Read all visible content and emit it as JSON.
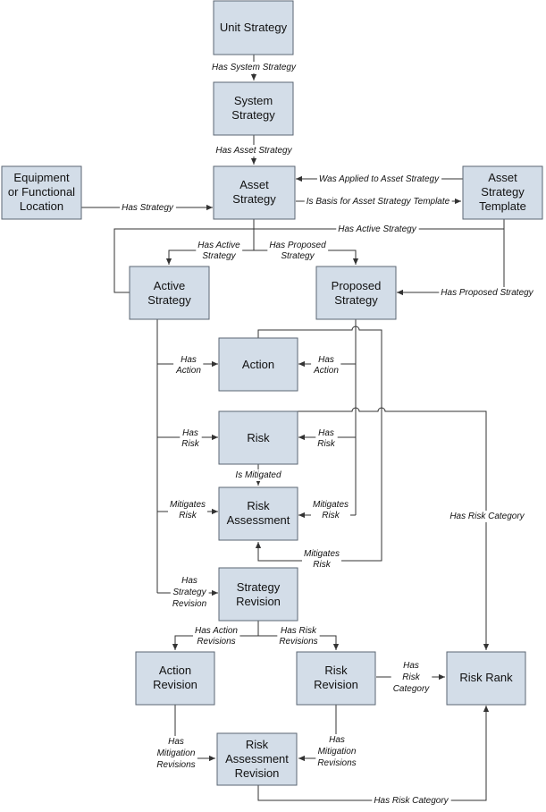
{
  "nodes": {
    "unit_strategy": [
      "Unit Strategy"
    ],
    "system_strategy": [
      "System",
      "Strategy"
    ],
    "asset_strategy": [
      "Asset",
      "Strategy"
    ],
    "equipment_location": [
      "Equipment",
      "or Functional",
      "Location"
    ],
    "asset_strategy_template": [
      "Asset",
      "Strategy",
      "Template"
    ],
    "active_strategy": [
      "Active",
      "Strategy"
    ],
    "proposed_strategy": [
      "Proposed",
      "Strategy"
    ],
    "action": [
      "Action"
    ],
    "risk": [
      "Risk"
    ],
    "risk_assessment": [
      "Risk",
      "Assessment"
    ],
    "strategy_revision": [
      "Strategy",
      "Revision"
    ],
    "action_revision": [
      "Action",
      "Revision"
    ],
    "risk_revision": [
      "Risk",
      "Revision"
    ],
    "risk_rank": [
      "Risk Rank"
    ],
    "risk_assessment_revision": [
      "Risk",
      "Assessment",
      "Revision"
    ]
  },
  "edges": {
    "has_system_strategy": [
      "Has System Strategy"
    ],
    "has_asset_strategy": [
      "Has Asset Strategy"
    ],
    "has_strategy": [
      "Has Strategy"
    ],
    "was_applied": [
      "Was Applied to Asset Strategy"
    ],
    "is_basis": [
      "Is Basis for Asset Strategy Template"
    ],
    "has_active_strategy_top": [
      "Has Active Strategy"
    ],
    "has_active_strategy": [
      "Has Active",
      "Strategy"
    ],
    "has_proposed_strategy": [
      "Has Proposed",
      "Strategy"
    ],
    "has_proposed_strategy_right": [
      "Has Proposed Strategy"
    ],
    "has_action_left": [
      "Has",
      "Action"
    ],
    "has_action_right": [
      "Has",
      "Action"
    ],
    "has_risk_left": [
      "Has",
      "Risk"
    ],
    "has_risk_right": [
      "Has",
      "Risk"
    ],
    "is_mitigated": [
      "Is Mitigated"
    ],
    "mitigates_risk_left": [
      "Mitigates",
      "Risk"
    ],
    "mitigates_risk_right": [
      "Mitigates",
      "Risk"
    ],
    "mitigates_risk_bottom": [
      "Mitigates",
      "Risk"
    ],
    "has_risk_category_right": [
      "Has Risk Category"
    ],
    "has_strategy_revision": [
      "Has",
      "Strategy",
      "Revision"
    ],
    "has_action_revisions": [
      "Has Action",
      "Revisions"
    ],
    "has_risk_revisions": [
      "Has Risk",
      "Revisions"
    ],
    "has_risk_category_mid": [
      "Has",
      "Risk",
      "Category"
    ],
    "has_mitigation_revisions_left": [
      "Has",
      "Mitigation",
      "Revisions"
    ],
    "has_mitigation_revisions_right": [
      "Has",
      "Mitigation",
      "Revisions"
    ],
    "has_risk_category_bottom": [
      "Has Risk Category"
    ]
  }
}
